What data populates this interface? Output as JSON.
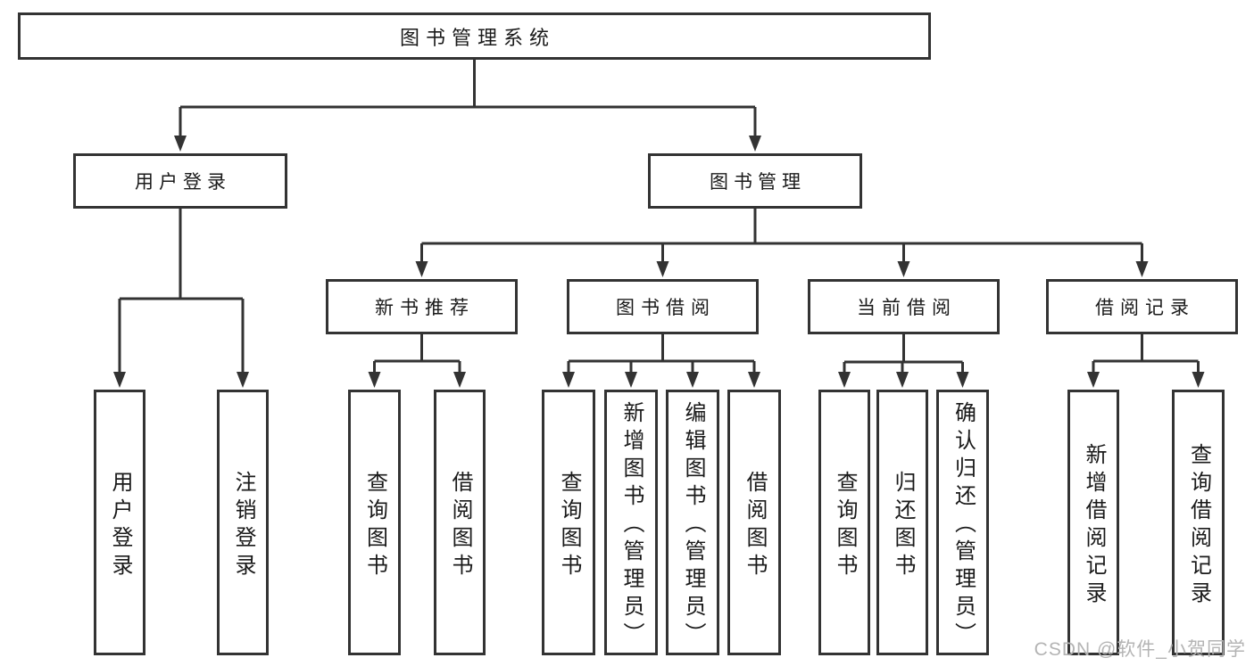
{
  "tree": {
    "label": "图书管理系统",
    "children": [
      {
        "label": "用户登录",
        "children": [
          {
            "label": "用户登录"
          },
          {
            "label": "注销登录"
          }
        ]
      },
      {
        "label": "图书管理",
        "children": [
          {
            "label": "新书推荐",
            "children": [
              {
                "label": "查询图书"
              },
              {
                "label": "借阅图书"
              }
            ]
          },
          {
            "label": "图书借阅",
            "children": [
              {
                "label": "查询图书"
              },
              {
                "label": "新增图书（管理员）"
              },
              {
                "label": "编辑图书（管理员）"
              },
              {
                "label": "借阅图书"
              }
            ]
          },
          {
            "label": "当前借阅",
            "children": [
              {
                "label": "查询图书"
              },
              {
                "label": "归还图书"
              },
              {
                "label": "确认归还（管理员）"
              }
            ]
          },
          {
            "label": "借阅记录",
            "children": [
              {
                "label": "新增借阅记录"
              },
              {
                "label": "查询借阅记录"
              }
            ]
          }
        ]
      }
    ]
  },
  "watermark": "CSDN @软件_小贺同学",
  "colors": {
    "line": "#333333",
    "text": "#1a1a1a",
    "watermark": "#b4b4b4"
  }
}
